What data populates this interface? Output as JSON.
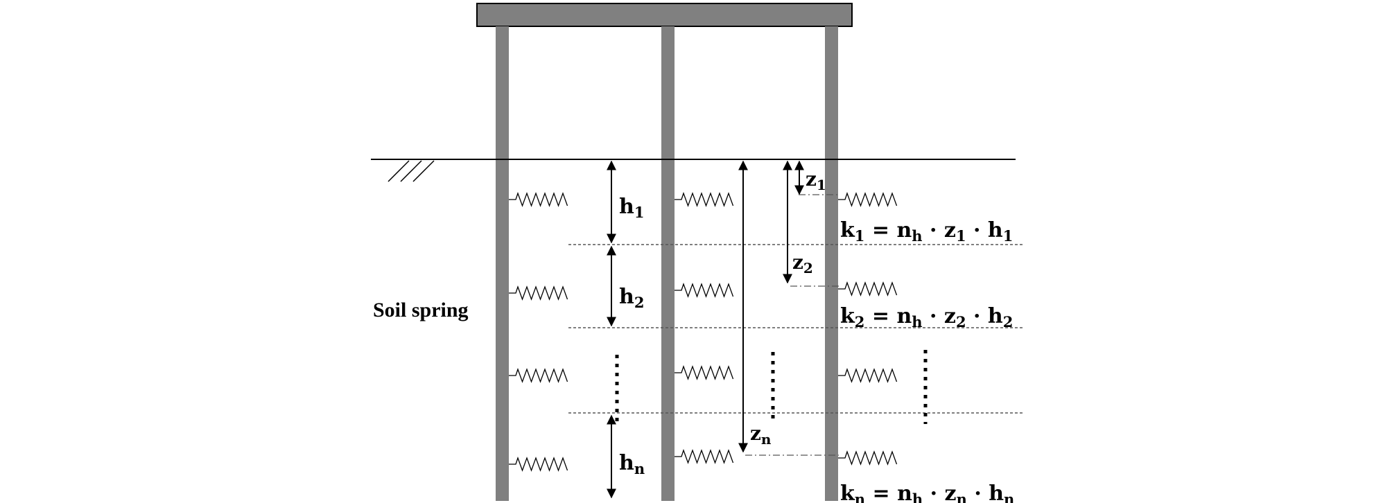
{
  "diagram": {
    "side_label": "Soil spring",
    "layer_heights": [
      {
        "base": "h",
        "sub": "1"
      },
      {
        "base": "h",
        "sub": "2"
      },
      {
        "base": "h",
        "sub": "n"
      }
    ],
    "depths": [
      {
        "base": "z",
        "sub": "1"
      },
      {
        "base": "z",
        "sub": "2"
      },
      {
        "base": "z",
        "sub": "n"
      }
    ],
    "equations": [
      {
        "k": "1",
        "z": "1",
        "h": "1"
      },
      {
        "k": "2",
        "z": "2",
        "h": "2"
      },
      {
        "k": "n",
        "z": "n",
        "h": "n"
      }
    ],
    "equation_parts": {
      "k": "k",
      "eq": "=",
      "n": "n",
      "nsub": "h",
      "dot": "·",
      "z": "z",
      "h": "h"
    },
    "colors": {
      "pile": "#808080",
      "cap": "#808080",
      "line": "#000000",
      "dashed": "#555555"
    }
  }
}
